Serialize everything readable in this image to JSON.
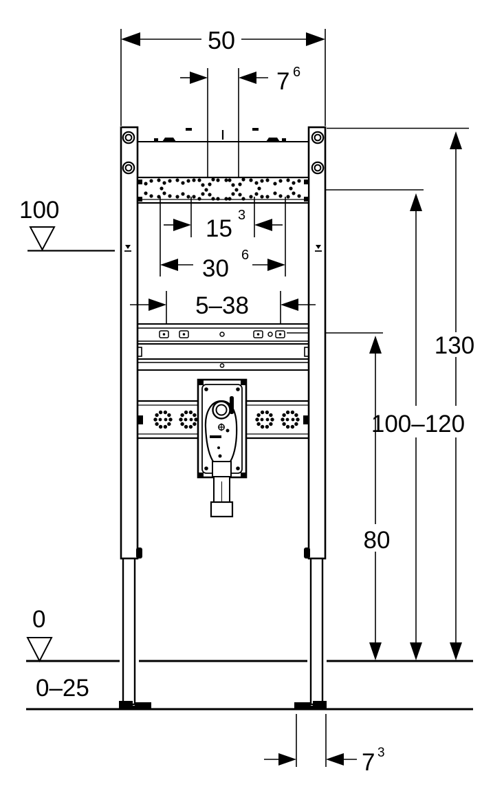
{
  "drawing": {
    "kind": "installation-frame-dimension-diagram",
    "colors": {
      "line": "#000000",
      "background": "#ffffff"
    },
    "labels": {
      "frame_width": "50",
      "top_holes_base": "7",
      "top_holes_sup": "6",
      "plate_holes_15_base": "15",
      "plate_holes_15_sup": "3",
      "plate_holes_30_base": "30",
      "plate_holes_30_sup": "6",
      "rail_height_range": "5–38",
      "height_130": "130",
      "height_100_120": "100–120",
      "height_80": "80",
      "level_100": "100",
      "level_0": "0",
      "floor_buildup": "0–25",
      "foot_width_base": "7",
      "foot_width_sup": "3"
    }
  }
}
